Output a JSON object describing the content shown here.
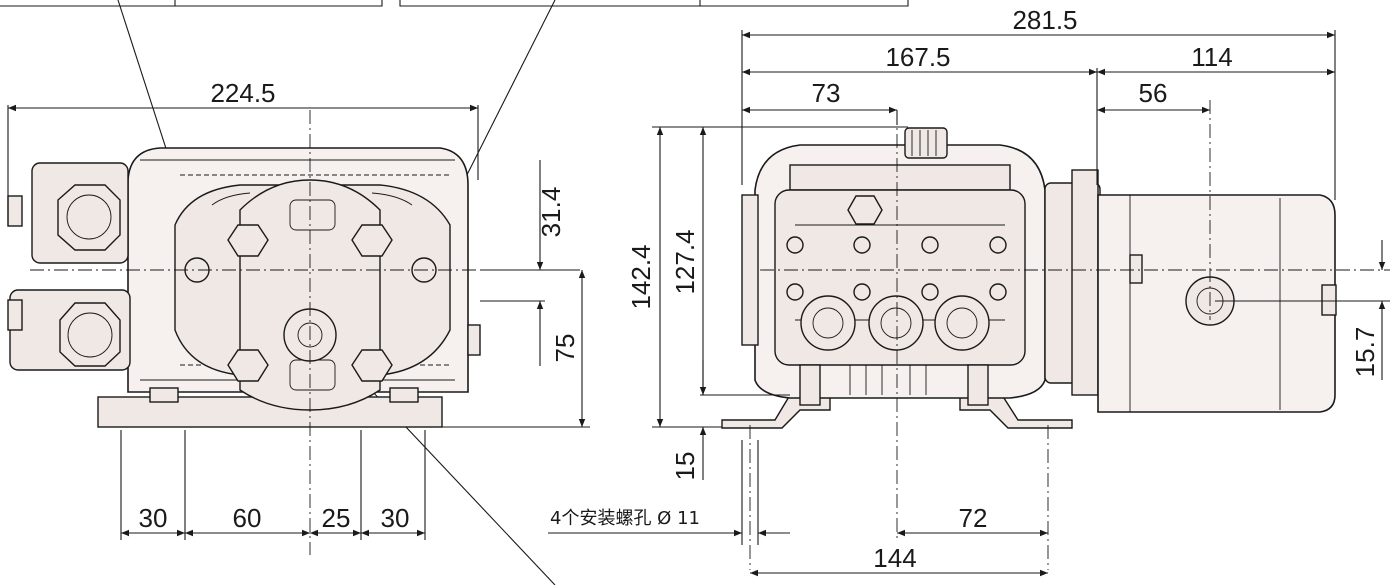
{
  "colors": {
    "line": "#1a1a1a",
    "body_fill": "#f6f1ee",
    "part_fill": "#efe8e4"
  },
  "front_view": {
    "dims": {
      "width": "224.5",
      "h_31": "31.4",
      "h_75": "75",
      "b1": "30",
      "b2": "60",
      "b3": "25",
      "b4": "30"
    }
  },
  "side_view": {
    "dims": {
      "total": "281.5",
      "left": "167.5",
      "right": "114",
      "d73": "73",
      "d56": "56",
      "h142": "142.4",
      "h127": "127.4",
      "h15": "15",
      "h157": "15.7",
      "d72": "72",
      "d144": "144"
    },
    "note": "4个安装螺孔 Ø 11"
  }
}
